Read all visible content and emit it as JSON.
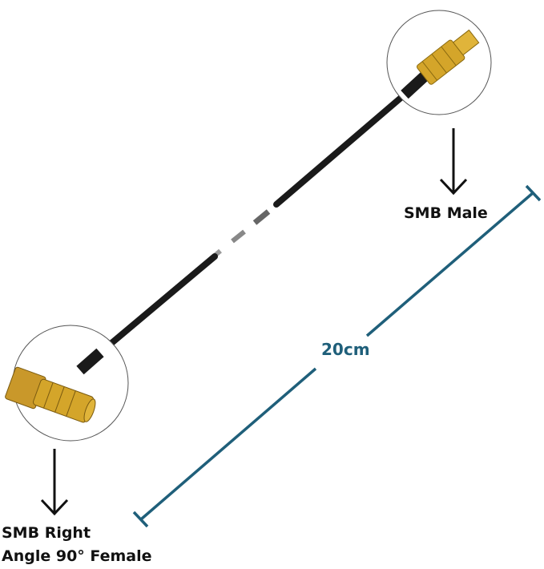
{
  "labels": {
    "top_connector": "SMB Male",
    "bottom_connector_line1": "SMB Right",
    "bottom_connector_line2": "Angle 90° Female",
    "length": "20cm"
  },
  "colors": {
    "dimension": "#1f5f7a",
    "cable": "#1a1a1a",
    "gold": "#d4a52a"
  }
}
